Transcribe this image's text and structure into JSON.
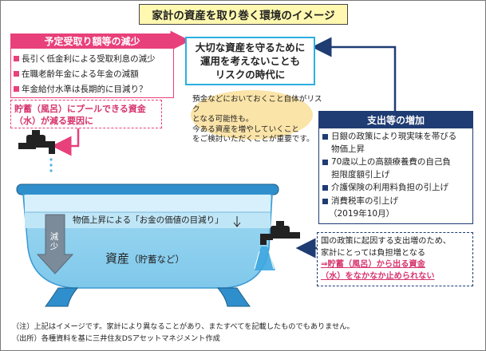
{
  "title": "家計の資産を取り巻く環境のイメージ",
  "left_panel": {
    "header": "予定受取り額等の減少",
    "items": [
      "長引く低金利による受取利息の減少",
      "在職老齢年金による年金の減額",
      "年金給付水準は長期的に目減り？"
    ],
    "savings_note_line1": "貯蓄（風呂）にプールできる資金",
    "savings_note_line2": "（水）が減る要因に"
  },
  "center_box": {
    "line1": "大切な資産を守るために",
    "line2": "運用を考えないことも",
    "line3": "リスクの時代に"
  },
  "balloon": {
    "line1": "預金などにおいておくこと自体がリスク",
    "line2": "となる可能性も。",
    "line3": "今ある資産を増やしていくこと",
    "line4": "をご検討いただくことが重要です。"
  },
  "right_panel": {
    "header": "支出等の増加",
    "items": [
      "日銀の政策により現実味を帯びる物価上昇",
      "70歳以上の高額療養費の自己負担限度額引上げ",
      "介護保険の利用料負担の引上げ",
      "消費税率の引上げ"
    ],
    "item1_line1": "日銀の政策により現実味を帯びる",
    "item1_line2": "物価上昇",
    "item2_line1": "70歳以上の高額療養費の自己負",
    "item2_line2": "担限度額引上げ",
    "tax_date": "（2019年10月）"
  },
  "bottom_right_box": {
    "line1": "国の政策に起因する支出増のため、",
    "line2": "家計にとっては負担増となる",
    "line3_prefix": "⇒",
    "line3": "貯蓄（風呂）から出る資金",
    "line4": "（水）をなかなか止められない"
  },
  "bathtub": {
    "water_strip": "物価上昇による「お金の価値の目減り」",
    "down_label": "減少",
    "main_label": "資産",
    "sub_label": "（貯蓄など）"
  },
  "notes": {
    "note1": "（注）上記はイメージです。家計により異なることがあり、またすべてを記載したものでもありません。",
    "note2": "（出所）各種資料を基に三井住友DSアセットマネジメント作成"
  },
  "colors": {
    "pink": "#e8407a",
    "navy": "#1f3c73",
    "cyan": "#2bb0e0",
    "water": "#9ed8f0",
    "title_bg": "#fff8b0",
    "balloon": "#fbe4a8"
  },
  "icons": [
    "faucet-icon-left",
    "faucet-icon-right",
    "bathtub-icon",
    "down-arrow-icon"
  ]
}
